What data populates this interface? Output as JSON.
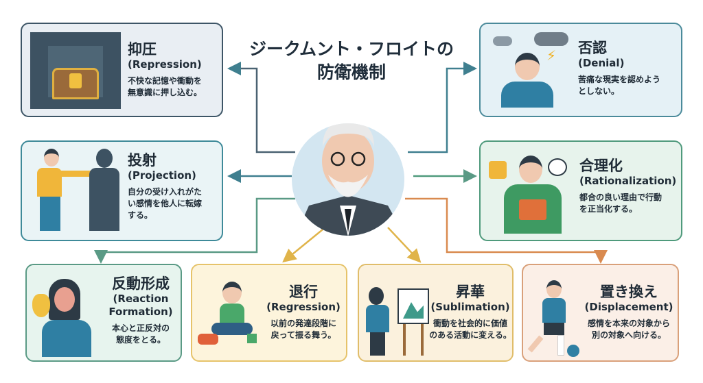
{
  "title": {
    "line1": "ジークムント・フロイトの",
    "line2": "防衛機制"
  },
  "center": {
    "figure": "sigmund-freud-portrait"
  },
  "mechanisms": [
    {
      "jp": "抑圧",
      "en": "(Repression)",
      "desc1": "不快な記憶や衝動を",
      "desc2": "無意識に押し込む。",
      "border": "#3d5566",
      "bg": "#e9eef3",
      "icon": "locked-chest-icon"
    },
    {
      "jp": "否認",
      "en": "(Denial)",
      "desc1": "苦痛な現実を認めよう",
      "desc2": "としない。",
      "border": "#4a8a9a",
      "bg": "#e5f1f6",
      "icon": "covering-eyes-icon"
    },
    {
      "jp": "投射",
      "en": "(Projection)",
      "desc1": "自分の受け入れがた",
      "desc2": "い感情を他人に転嫁",
      "desc3": "する。",
      "border": "#3e8a99",
      "bg": "#eaf4f6",
      "icon": "pointing-person-icon"
    },
    {
      "jp": "合理化",
      "en": "(Rationalization)",
      "desc1": "都合の良い理由で行動",
      "desc2": "を正当化する。",
      "border": "#4f9a7c",
      "bg": "#e7f3ec",
      "icon": "puzzle-book-person-icon"
    },
    {
      "jp": "反動形成",
      "en1": "(Reaction",
      "en2": "Formation)",
      "desc1": "本心と正反対の",
      "desc2": "態度をとる。",
      "border": "#5a9a85",
      "bg": "#e7f4ee",
      "icon": "mask-woman-icon"
    },
    {
      "jp": "退行",
      "en": "(Regression)",
      "desc1": "以前の発達段階に",
      "desc2": "戻って振る舞う。",
      "border": "#e6c36a",
      "bg": "#fdf4dc",
      "icon": "child-toys-icon"
    },
    {
      "jp": "昇華",
      "en": "(Sublimation)",
      "desc1": "衝動を社会的に価値",
      "desc2": "のある活動に変える。",
      "border": "#e0bd6a",
      "bg": "#fbf1dd",
      "icon": "painter-easel-icon"
    },
    {
      "jp": "置き換え",
      "en": "(Displacement)",
      "desc1": "感情を本来の対象から",
      "desc2": "別の対象へ向ける。",
      "border": "#d9a07a",
      "bg": "#fbefe7",
      "icon": "soccer-kick-icon"
    }
  ]
}
